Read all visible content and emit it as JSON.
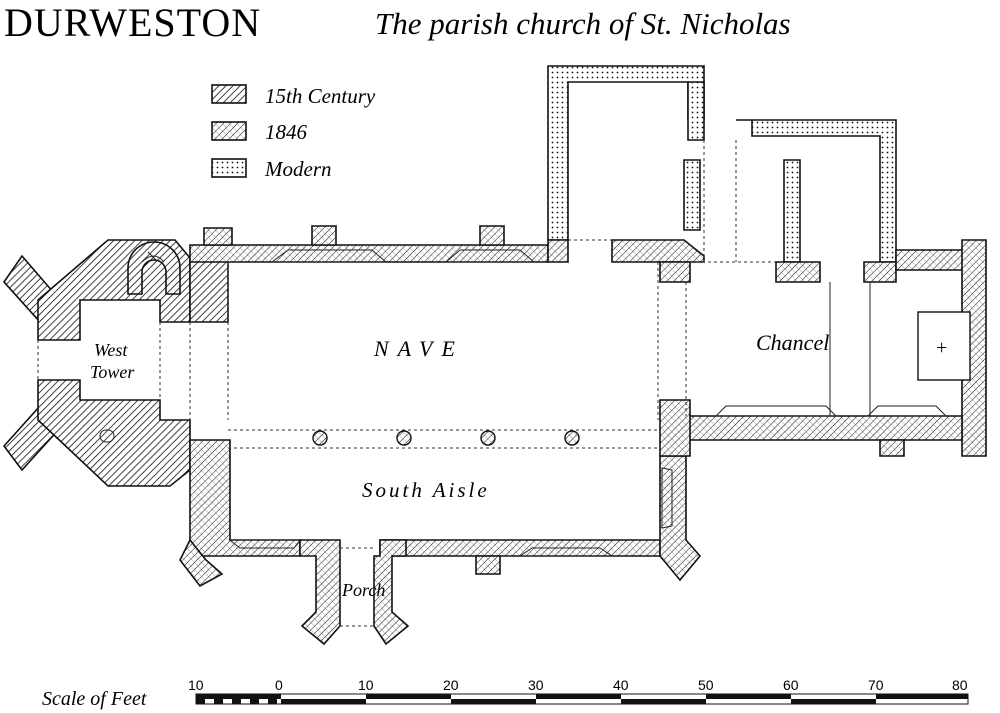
{
  "title": {
    "place": "DURWESTON",
    "subtitle": "The parish church of St. Nicholas"
  },
  "legend": [
    {
      "label": "15th Century",
      "pattern": "dense-hatch"
    },
    {
      "label": "1846",
      "pattern": "cross-hatch"
    },
    {
      "label": "Modern",
      "pattern": "dots"
    }
  ],
  "rooms": {
    "west_tower_line1": "West",
    "west_tower_line2": "Tower",
    "nave": "NAVE",
    "south_aisle": "South Aisle",
    "chancel": "Chancel",
    "porch": "Porch",
    "altar_cross": "+"
  },
  "scale": {
    "title": "Scale of Feet",
    "ticks": [
      "10",
      "0",
      "10",
      "20",
      "30",
      "40",
      "50",
      "60",
      "70",
      "80"
    ]
  }
}
